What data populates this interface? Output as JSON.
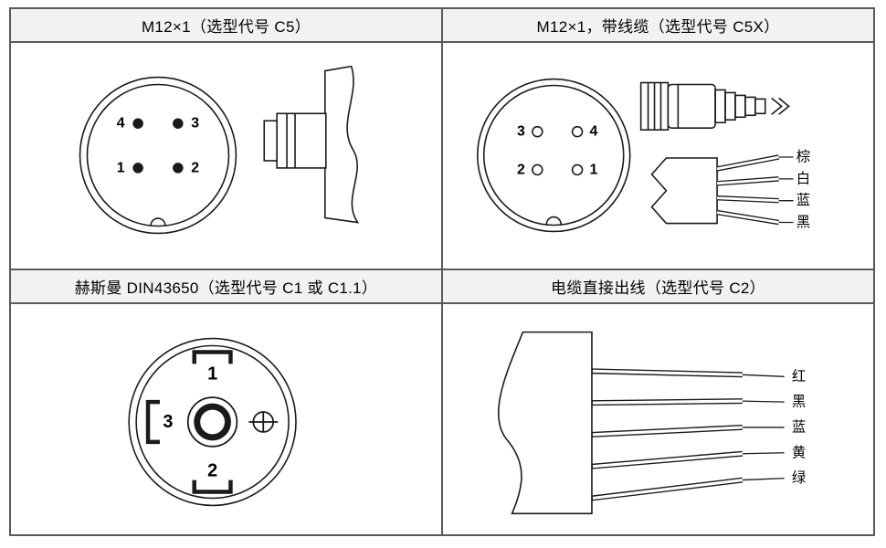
{
  "table": {
    "headers": {
      "c5": "M12×1（选型代号 C5）",
      "c5x": "M12×1，带线缆（选型代号 C5X）",
      "c1": "赫斯曼 DIN43650（选型代号 C1 或 C1.1）",
      "c2": "电缆直接出线（选型代号 C2）"
    },
    "c5": {
      "pins": [
        "4",
        "3",
        "1",
        "2"
      ]
    },
    "c5x": {
      "pins": [
        "3",
        "4",
        "2",
        "1"
      ],
      "wires": [
        "棕",
        "白",
        "蓝",
        "黑"
      ]
    },
    "c1": {
      "terminals": [
        "1",
        "3",
        "2"
      ],
      "ground_icon": "protective-earth-icon"
    },
    "c2": {
      "wires": [
        "红",
        "黑",
        "蓝",
        "黄",
        "绿"
      ]
    }
  },
  "colors": {
    "grid_line": "#595959",
    "header_bg": "#f2f2f2",
    "stroke": "#1a1a1a",
    "background": "#ffffff"
  }
}
